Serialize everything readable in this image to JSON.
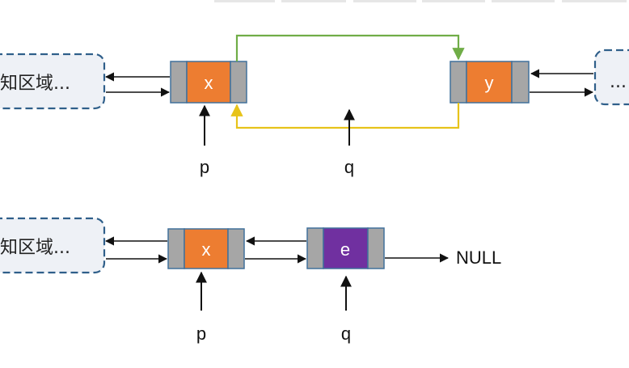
{
  "colors": {
    "node_border": "#41719c",
    "pointer_cell": "#a6a6a6",
    "data_orange": "#ed7d31",
    "data_purple": "#7030a0",
    "arrow_black": "#111111",
    "arrow_green": "#70ad47",
    "arrow_yellow": "#e7c31a",
    "unknown_fill": "#eef1f6",
    "unknown_border": "#2f5f8a",
    "top_tab": "#eaeaea"
  },
  "diagram_top": {
    "unknown_left_text": "知区域...",
    "unknown_right_text": "...",
    "node_x_value": "x",
    "node_y_value": "y",
    "pointer_p_label": "p",
    "pointer_q_label": "q"
  },
  "diagram_bottom": {
    "unknown_left_text": "知区域...",
    "node_x_value": "x",
    "node_e_value": "e",
    "null_label": "NULL",
    "pointer_p_label": "p",
    "pointer_q_label": "q"
  }
}
